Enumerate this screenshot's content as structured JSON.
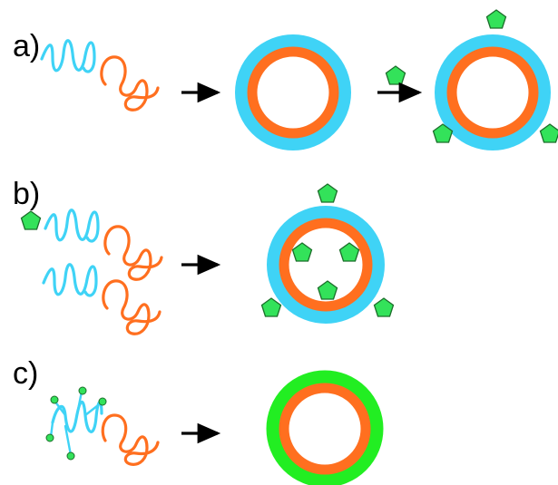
{
  "panels": [
    {
      "label": "a)"
    },
    {
      "label": "b)"
    },
    {
      "label": "c)"
    }
  ],
  "colors": {
    "hydrophilic_block": "#3fd3f6",
    "hydrophobic_block": "#ff6f1f",
    "ligand_fill": "#33e25a",
    "ligand_stroke": "#1b6e2a",
    "green_shell": "#22ee22",
    "arrow": "#000000"
  },
  "icons": {
    "ligand": "pentagon",
    "copolymer": "squiggle-chain",
    "vesicle": "double-ring",
    "arrow": "right-arrow"
  }
}
